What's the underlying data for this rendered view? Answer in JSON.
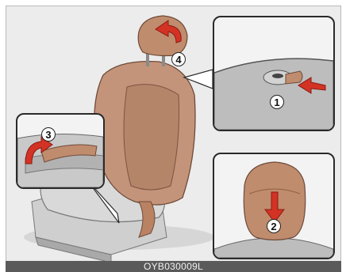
{
  "caption": "OYB030009L",
  "callouts": {
    "step1": "1",
    "step2": "2",
    "step3": "3",
    "step4": "4"
  },
  "colors": {
    "leather": "#b98262",
    "arrow": "#d33324",
    "seat_gray": "#c9c9c9",
    "background": "#ececec",
    "caption_bar": "#5a5a5a"
  }
}
